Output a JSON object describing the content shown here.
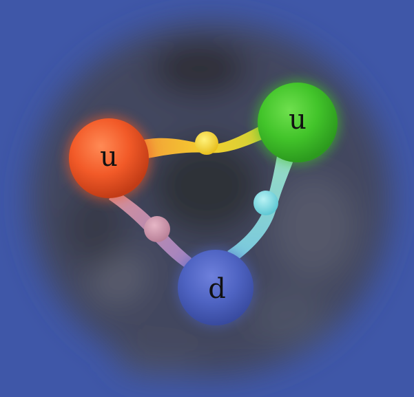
{
  "image": {
    "background_color": "#3f57a8",
    "quarks": [
      {
        "label": "u",
        "color": "#f25a28"
      },
      {
        "label": "u",
        "color": "#42c42a"
      },
      {
        "label": "d",
        "color": "#4e63c2"
      }
    ],
    "gluons": [
      {
        "color": "#f4cf2e"
      },
      {
        "color": "#86dbe0"
      },
      {
        "color": "#d6a0b4"
      }
    ]
  }
}
